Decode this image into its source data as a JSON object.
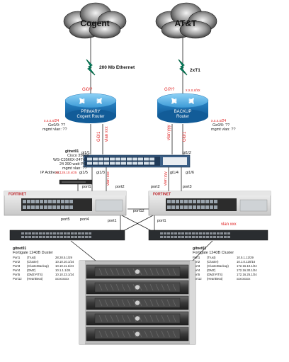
{
  "clouds": {
    "cogent": "Cogent",
    "att": "AT&T"
  },
  "links": {
    "cogent_link": "200 Mb Ethernet",
    "att_link": "2xT1"
  },
  "routers": {
    "primary": {
      "line1": "PRIMARY",
      "line2": "Cogent Router",
      "wan_if": "Gi0/?",
      "lan_if": "Gi0/1",
      "ip": "x.x.x.x/24",
      "ip2": "Ge0/0: ??",
      "mgmt": "mgmt vlan: ??"
    },
    "backup": {
      "line1": "BACKUP",
      "line2": "Router",
      "wan_if": "Gi?/?",
      "lan_if": "Gi0/1",
      "wan_ip": "x.x.x.x/xx",
      "ip": "x.x.x.x/24",
      "ip2": "Ge0/0: ??",
      "mgmt": "mgmt vlan: ??"
    }
  },
  "switch": {
    "name": "gitnet01",
    "model": "Cisco 3560X",
    "part": "WS-C3560X-24T-L",
    "ports": "24 390 watt PS",
    "mgmt": "mgmt vlan: ??",
    "ip_label": "IP Address:",
    "ip": "28.128.10.x/25",
    "ports_labels": {
      "gi1_1": "gi1/1",
      "gi1_2": "gi1/2",
      "gi1_3": "gi1/3",
      "gi1_4": "gi1/4",
      "gi1_5": "gi1/5",
      "gi1_6": "gi1/6"
    }
  },
  "vlans": {
    "v1": "vlan xxx",
    "v2": "vlan yyy",
    "v3": "vlan xxx",
    "v4": "vlan yyy",
    "bottom": "vlan xxx"
  },
  "firewalls": {
    "brand": "FORTINET",
    "fw1_ports": {
      "p1": "port1",
      "p2": "port2",
      "p4": "port4",
      "p5": "port5"
    },
    "fw2_ports": {
      "p2": "port2",
      "p3": "port3"
    },
    "ha": "port12"
  },
  "lower_switches": {
    "left_port": "port1",
    "right_port": "port1"
  },
  "clusters": {
    "left": {
      "name": "gitnet01",
      "model": "Fortigate 1240B Duster",
      "rows": [
        [
          "Port1",
          "(Trust)",
          "28.28.5.1/29"
        ],
        [
          "Port2",
          "(Cluster)",
          "10.10.10.1/24"
        ],
        [
          "Port3",
          "(ClusterBackup)",
          "10.10.11.1/24"
        ],
        [
          "Port4",
          "(DMZ)",
          "10.1.1.1/24"
        ],
        [
          "Port5",
          "(DMZ-RTS)",
          "10.10.23.1/24"
        ],
        [
          "Port12",
          "(HeartBeat)",
          "xxxxxxxxx"
        ]
      ]
    },
    "right": {
      "name": "gitnet01",
      "model": "Fortigate 1240B Cluster",
      "rows": [
        [
          "Port1",
          "(Trust)",
          "10.5.1.12/29"
        ],
        [
          "Port2",
          "(Cluster)",
          "10.1.0.120/16"
        ],
        [
          "Port3",
          "(ClusterBackup)",
          "172.16.10.1/24"
        ],
        [
          "Port4",
          "(DMZ)",
          "172.16.30.1/24"
        ],
        [
          "Port5",
          "(DMZ-RTS)",
          "172.16.25.1/24"
        ],
        [
          "Port12",
          "(HeartBeat)",
          "xxxxxxxxx"
        ]
      ]
    }
  },
  "colors": {
    "router_blue": "#1f7bc0",
    "router_top": "#5fb6ea",
    "cloud_dark": "#3a3a3a",
    "link_red": "#e02020",
    "lightning": "#0a8a7a"
  }
}
